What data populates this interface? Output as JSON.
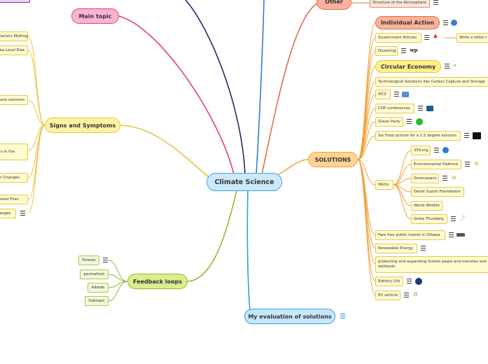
{
  "central": "Climate Science",
  "main_topic": "Main topic",
  "signs": {
    "label": "Signs and Symptoms",
    "items": [
      "Glaciers Melting",
      "Sea Level Rise",
      "more common",
      "s in the",
      "an Changes",
      "Forest Fires",
      "hanges"
    ]
  },
  "feedback": {
    "label": "Feedback loops",
    "items": [
      "Forests",
      "permafrost",
      "Albedo",
      "Subtopic"
    ]
  },
  "evaluation": "My evaluation of solutions",
  "other": {
    "label": "Other",
    "items": [
      "Structure of the Atmosphere"
    ]
  },
  "solutions": {
    "label": "SOLUTIONS",
    "individual_action": "Individual Action",
    "government_policies": "Government Policies",
    "write_letter": "Write a letter t",
    "divesting": "Divesting",
    "circular_economy": "Circular Economy",
    "tech_solutions": "Technological Solutions like Carbon Capture and Storage",
    "ipcc": "IPCC",
    "cop": "COP conferences",
    "green_party": "Green Party",
    "six_food": "Six Food actions for a 1.5 degree solution",
    "ngos": {
      "label": "NGOs",
      "items": [
        "350.org",
        "Environmental Defence",
        "Greenpeace",
        "David Suzuki Foundation",
        "World Wildlife",
        "Greta Thunberg"
      ]
    },
    "transit": "Fare free public transit in Ottawa",
    "renewable": "Renewable Energy",
    "forests": "protecting and expanding forests peats and marshes and wetlands",
    "battery": "Battery Life",
    "ev": "EV vehicle"
  },
  "colors": {
    "pink": "#e3407e",
    "yellow": "#e8c33b",
    "green": "#8fb833",
    "blue": "#2f9fd9",
    "orange": "#f0a33a",
    "salmon": "#e36b44",
    "navy": "#1d2b6b",
    "purple": "#8a2a9b"
  }
}
